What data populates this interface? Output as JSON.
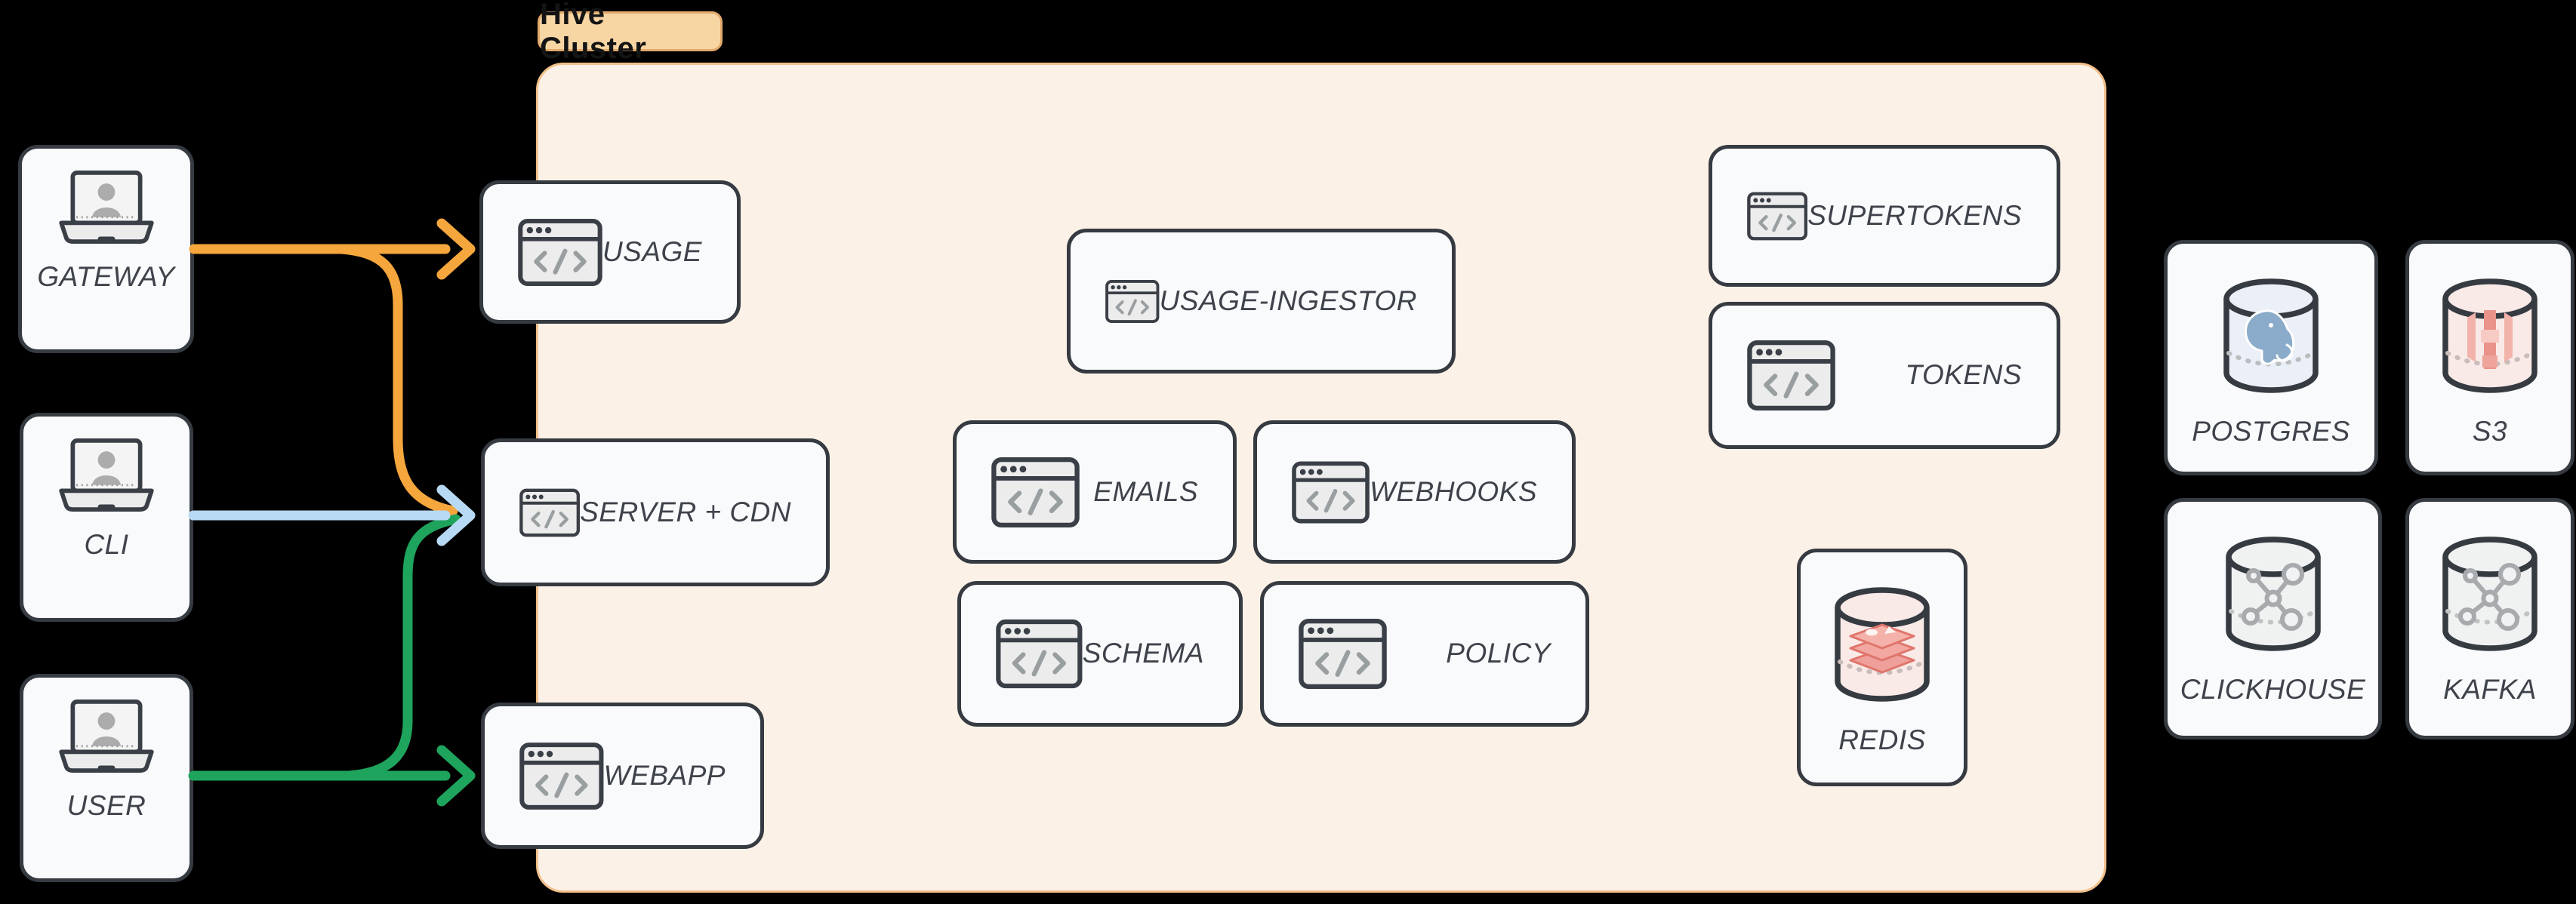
{
  "page": {
    "background": "#000000"
  },
  "cluster": {
    "label": "Hive Cluster",
    "fill": "#FCF1E7",
    "border_color": "#F2C08B",
    "tag_fill": "#F7D6A4",
    "tag_border": "#E0A96B"
  },
  "clients": [
    {
      "id": "gateway",
      "label": "GATEWAY",
      "icon": "laptop-user-icon"
    },
    {
      "id": "cli",
      "label": "CLI",
      "icon": "laptop-user-icon"
    },
    {
      "id": "user",
      "label": "USER",
      "icon": "laptop-user-icon"
    }
  ],
  "services": [
    {
      "id": "usage",
      "label": "USAGE",
      "icon": "code-window-icon"
    },
    {
      "id": "server-cdn",
      "label": "SERVER + CDN",
      "icon": "code-window-icon"
    },
    {
      "id": "webapp",
      "label": "WEBAPP",
      "icon": "code-window-icon"
    },
    {
      "id": "usage-ingestor",
      "label": "USAGE-INGESTOR",
      "icon": "code-window-icon"
    },
    {
      "id": "emails",
      "label": "EMAILS",
      "icon": "code-window-icon"
    },
    {
      "id": "webhooks",
      "label": "WEBHOOKS",
      "icon": "code-window-icon"
    },
    {
      "id": "schema",
      "label": "SCHEMA",
      "icon": "code-window-icon"
    },
    {
      "id": "policy",
      "label": "POLICY",
      "icon": "code-window-icon"
    },
    {
      "id": "supertokens",
      "label": "SUPERTOKENS",
      "icon": "code-window-icon"
    },
    {
      "id": "tokens",
      "label": "TOKENS",
      "icon": "code-window-icon"
    }
  ],
  "datastores": {
    "redis": {
      "label": "REDIS",
      "icon": "redis-database-icon"
    },
    "external": [
      {
        "id": "postgres",
        "label": "POSTGRES",
        "icon": "postgres-database-icon"
      },
      {
        "id": "s3",
        "label": "S3",
        "icon": "s3-database-icon"
      },
      {
        "id": "clickhouse",
        "label": "CLICKHOUSE",
        "icon": "clickhouse-database-icon"
      },
      {
        "id": "kafka",
        "label": "KAFKA",
        "icon": "kafka-database-icon"
      }
    ]
  },
  "connections": [
    {
      "from": "GATEWAY",
      "to": "USAGE",
      "color": "#F5A63C"
    },
    {
      "from": "GATEWAY",
      "to": "SERVER + CDN",
      "color": "#F5A63C"
    },
    {
      "from": "CLI",
      "to": "SERVER + CDN",
      "color": "#B8D9F3"
    },
    {
      "from": "USER",
      "to": "SERVER + CDN",
      "color": "#1EA45C"
    },
    {
      "from": "USER",
      "to": "WEBAPP",
      "color": "#1EA45C"
    }
  ]
}
